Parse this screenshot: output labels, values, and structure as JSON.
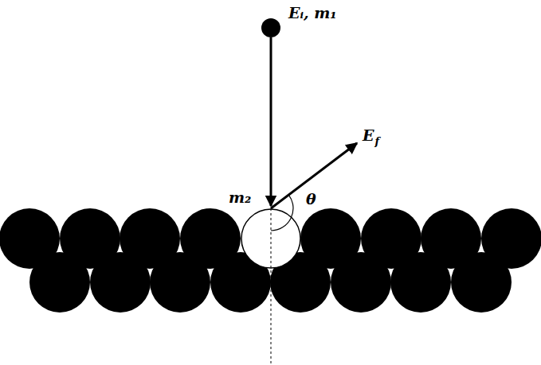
{
  "diagram": {
    "labels": [
      "Eᵢ, m₁",
      "E",
      "f",
      "m₂",
      "θ"
    ]
  }
}
